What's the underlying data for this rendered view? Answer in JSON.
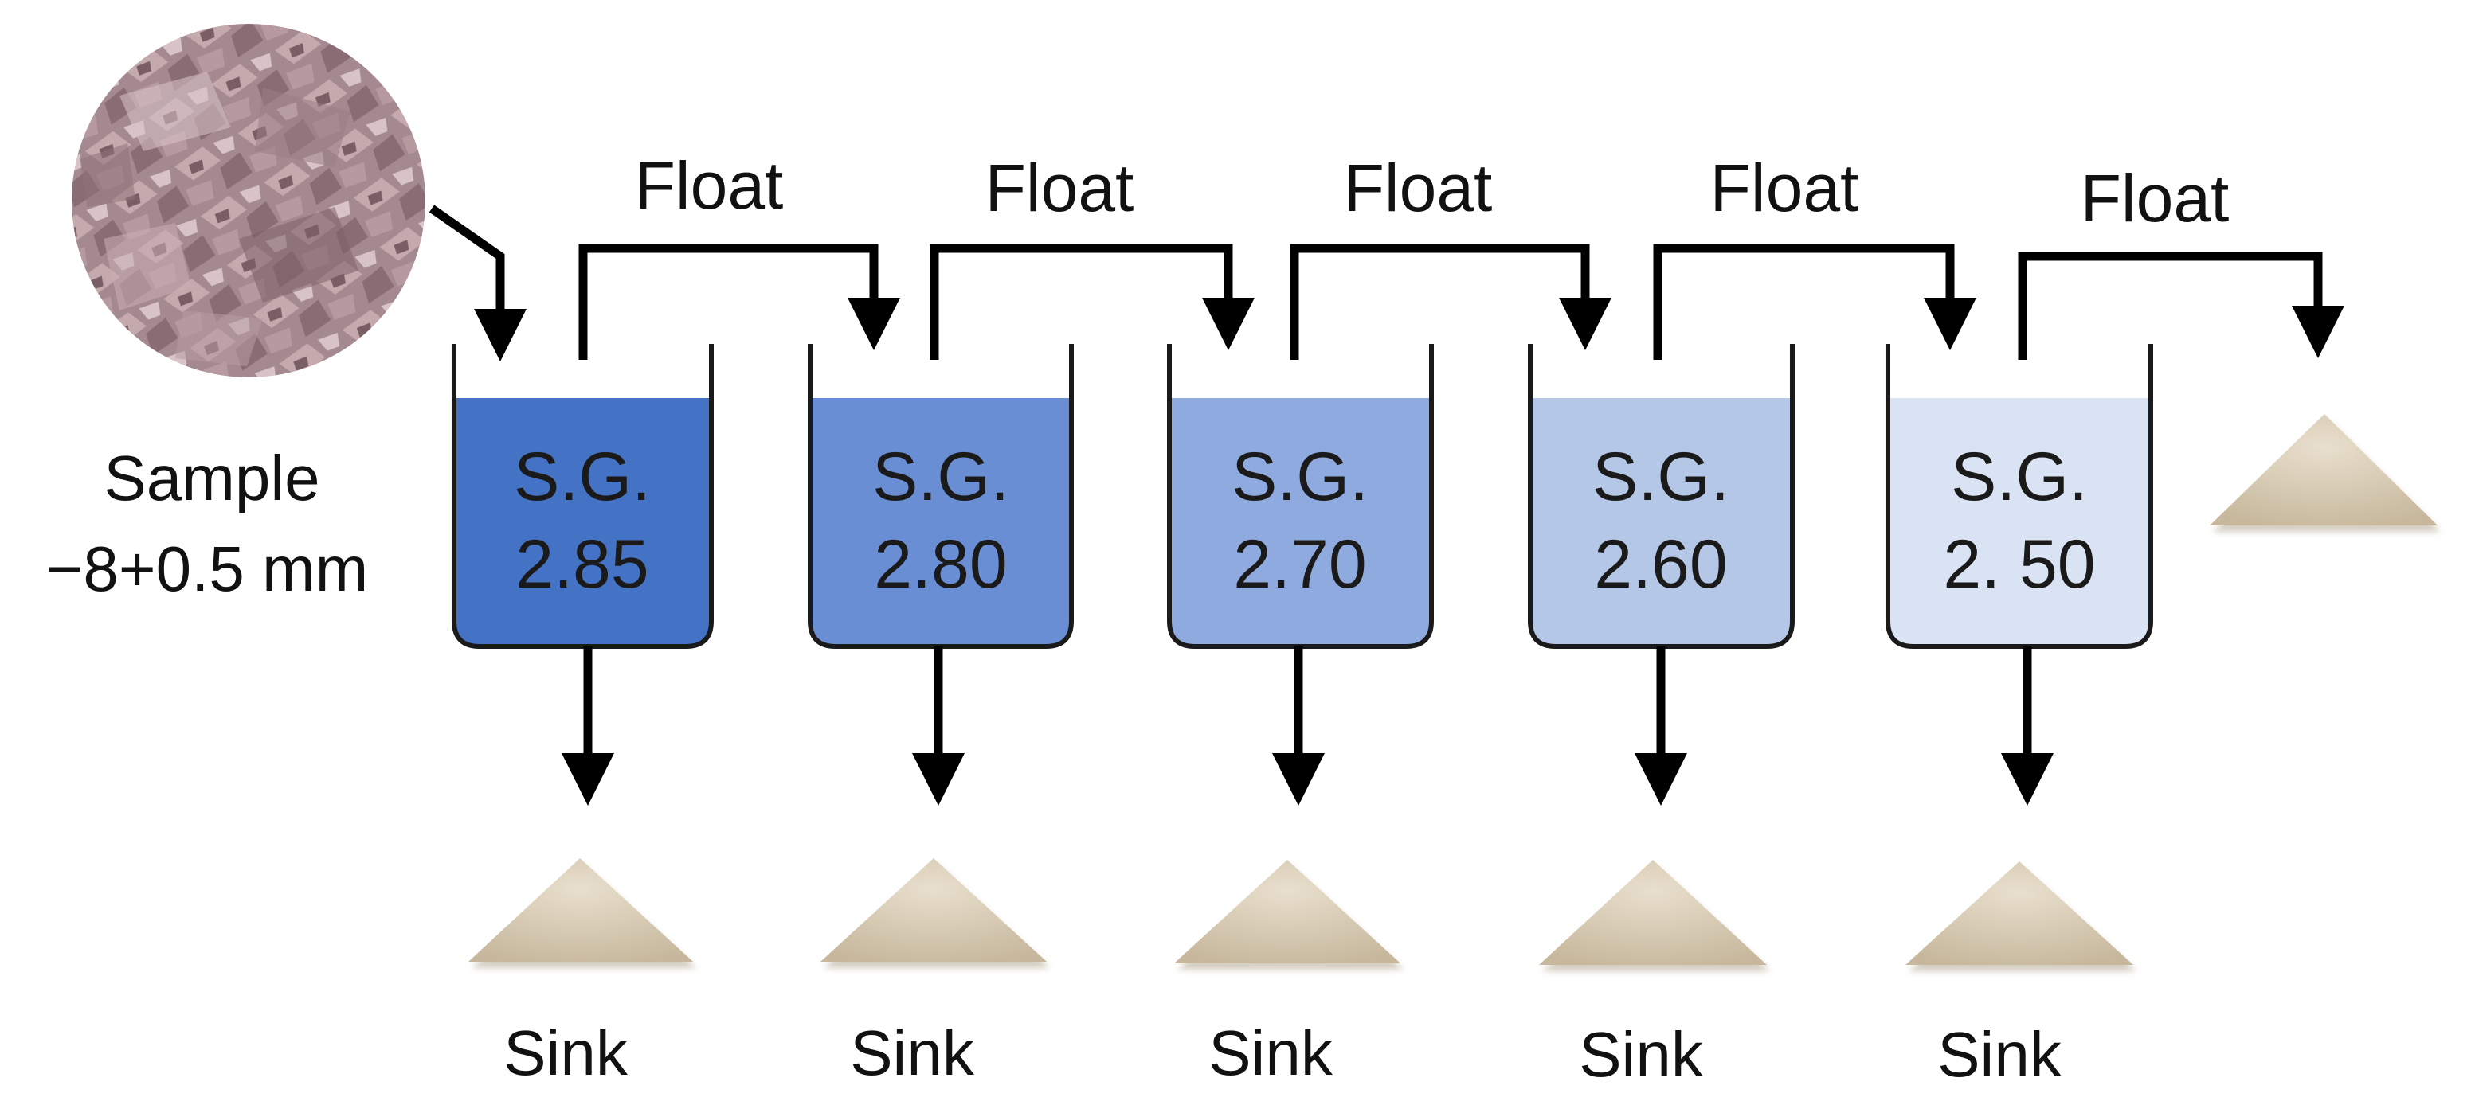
{
  "sample": {
    "label_line1": "Sample",
    "label_line2": "−8+0.5 mm"
  },
  "tanks": [
    {
      "sg_label": "S.G.",
      "sg_value": "2.85",
      "fill_color": "#4472c4"
    },
    {
      "sg_label": "S.G.",
      "sg_value": "2.80",
      "fill_color": "#698ed3"
    },
    {
      "sg_label": "S.G.",
      "sg_value": "2.70",
      "fill_color": "#8eaadf"
    },
    {
      "sg_label": "S.G.",
      "sg_value": "2.60",
      "fill_color": "#b4c7e7"
    },
    {
      "sg_label": "S.G.",
      "sg_value": "2. 50",
      "fill_color": "#dae3f3"
    }
  ],
  "float_labels": [
    "Float",
    "Float",
    "Float",
    "Float",
    "Float"
  ],
  "sink_labels": [
    "Sink",
    "Sink",
    "Sink",
    "Sink",
    "Sink"
  ],
  "colors": {
    "sand": "#d8cbb4",
    "arrow": "#000000",
    "rock": "#a48a90"
  },
  "icons": {
    "sample": "rock-sample-photo",
    "pile": "sand-pile"
  }
}
